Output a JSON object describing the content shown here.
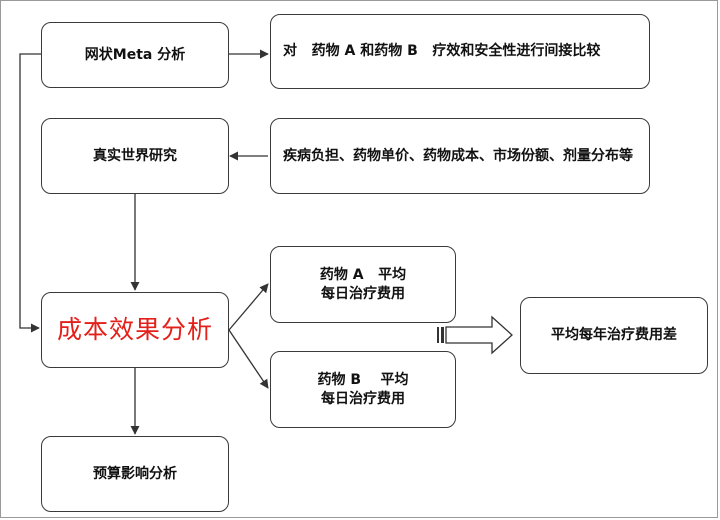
{
  "nodes": {
    "meta": "网状Meta 分析",
    "real_world": "真实世界研究",
    "cea": "成本效果分析",
    "budget": "预算影响分析",
    "comparison": "对   药物 A 和药物 B   疗效和安全性进行间接比较",
    "rw_data": "疾病负担、药物单价、药物成本、市场份额、剂量分布等",
    "cost_a_line1": "药物 A   平均",
    "cost_a_line2": "每日治疗费用",
    "cost_b_line1": "药物 B    平均",
    "cost_b_line2": "每日治疗费用",
    "difference": "平均每年治疗费用差"
  },
  "colors": {
    "border": "#3a3a3a",
    "accent_text": "#e3211a",
    "text": "#111111"
  }
}
